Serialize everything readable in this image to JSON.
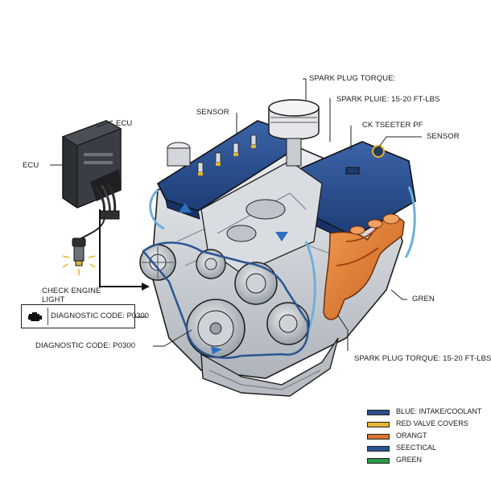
{
  "labels": {
    "spark_plug_torque_top": "SPARK PLUG TORQUE:",
    "spark_plug_line2": "SPARK PLUIE: 15-20 FT-LBS",
    "sensor_left": "SENSOR",
    "ecu_top": "ECU",
    "ecu_left": "ECU",
    "ck_tseeter": "CK TSEETER PF",
    "sensor_right": "SENSOR",
    "check_engine_light": "CHECK ENGINE\nLIGHT",
    "diagnostic_code_box": "DIAGNOSTIC CODE: P0300",
    "diagnostic_code_lower": "DIAGNOSTIC CODE: P0300",
    "green_label": "GREN",
    "spark_plug_torque_bottom": "SPARK PLUG TORQUE: 15-20 FT-LBS"
  },
  "legend": [
    {
      "text": "BLUE: INTAKE/COOLANT",
      "color": "#2d4f86"
    },
    {
      "text": "RED VALVE COVERS",
      "color": "#e8b431"
    },
    {
      "text": "ORANGT",
      "color": "#d9762f"
    },
    {
      "text": "SEECTICAL",
      "color": "#2b5592"
    },
    {
      "text": "GREEN",
      "color": "#2a9a48"
    }
  ],
  "colors": {
    "valve_cover": "#23498a",
    "engine_block": "#c9ced4",
    "metal_light": "#e3e6ea",
    "exhaust": "#dd7a32",
    "hose": "#6fb0d8",
    "ecu_body": "#3a3d42",
    "outline": "#1e1e1e"
  },
  "icons": [
    "ecu-module-icon",
    "check-engine-icon",
    "sensor-bulb-icon",
    "piston-icon"
  ]
}
